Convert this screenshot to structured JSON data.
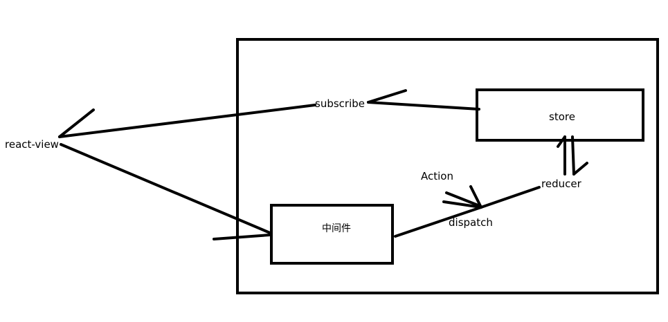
{
  "diagram": {
    "labels": {
      "react_view": "react-view",
      "subscribe": "subscribe",
      "store": "store",
      "middleware": "中间件",
      "action": "Action",
      "dispatch": "dispatch",
      "reducer": "reducer"
    },
    "stroke_color": "#000000",
    "background_color": "#ffffff"
  }
}
